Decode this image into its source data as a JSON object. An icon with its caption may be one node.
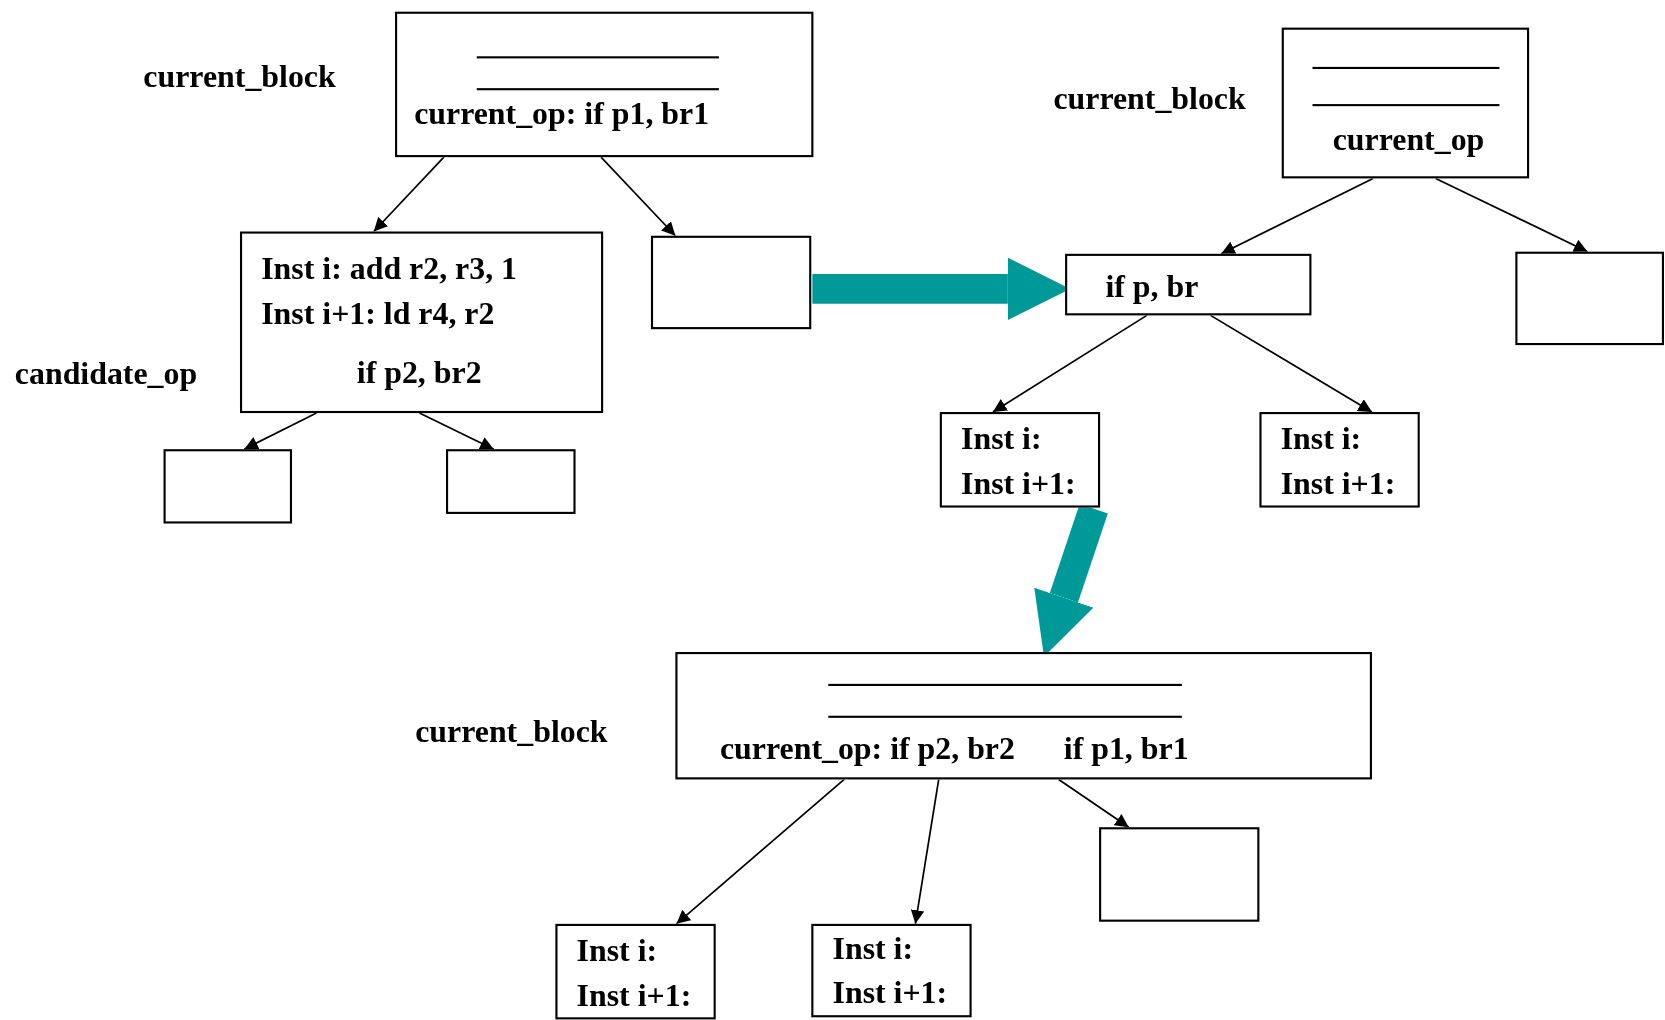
{
  "diagram": {
    "nodes": [
      {
        "text": [
          "current_op: if p1, br1"
        ],
        "beside": [
          "current_block"
        ]
      },
      {
        "text": [
          "Inst i: add r2, r3, 1",
          "Inst i+1: ld r4, r2",
          "if p2, br2"
        ],
        "beside": [
          "candidate_op"
        ]
      },
      {
        "text": [],
        "shape": "box"
      },
      {
        "text": [],
        "shape": "box"
      },
      {
        "text": [],
        "shape": "box"
      },
      {
        "text": [
          "current_op"
        ],
        "beside": [
          "current_block"
        ]
      },
      {
        "text": [
          "if p, br"
        ]
      },
      {
        "text": [],
        "shape": "box"
      },
      {
        "text": [
          "Inst i:",
          "Inst i+1:"
        ]
      },
      {
        "text": [
          "Inst i:",
          "Inst i+1:"
        ]
      },
      {
        "text": [
          "current_op: if p2, br2",
          "if p1, br1"
        ],
        "beside": [
          "current_block"
        ]
      },
      {
        "text": [
          "Inst i:",
          "Inst i+1:"
        ]
      },
      {
        "text": [
          "Inst i:",
          "Inst i+1:"
        ]
      },
      {
        "text": [],
        "shape": "box"
      }
    ],
    "edges": [
      {
        "from": 0,
        "to": 1,
        "arrow": "to"
      },
      {
        "from": 0,
        "to": 2,
        "arrow": "to"
      },
      {
        "from": 1,
        "to": 3,
        "arrow": "to"
      },
      {
        "from": 1,
        "to": 4,
        "arrow": "to"
      },
      {
        "from": 5,
        "to": 6,
        "arrow": "to"
      },
      {
        "from": 5,
        "to": 7,
        "arrow": "to"
      },
      {
        "from": 6,
        "to": 8,
        "arrow": "to"
      },
      {
        "from": 6,
        "to": 9,
        "arrow": "to"
      },
      {
        "from": 10,
        "to": 11,
        "arrow": "to"
      },
      {
        "from": 10,
        "to": 12,
        "arrow": "to"
      },
      {
        "from": 10,
        "to": 13,
        "arrow": "to"
      },
      {
        "from": 2,
        "to": 6,
        "arrow": "to",
        "style": "thick",
        "color": "#009999"
      },
      {
        "from": 8,
        "to": 10,
        "arrow": "to",
        "style": "thick",
        "color": "#009999"
      }
    ]
  }
}
